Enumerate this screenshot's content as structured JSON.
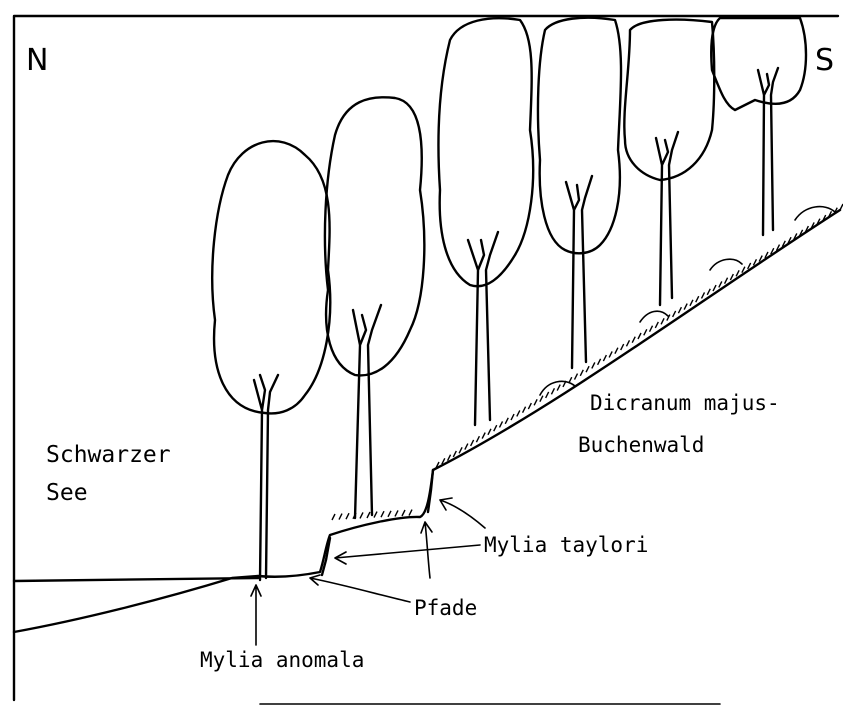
{
  "compass": {
    "north": "N",
    "south": "S"
  },
  "labels": {
    "lake_line1": "Schwarzer",
    "lake_line2": "See",
    "forest_line1": "Dicranum majus-",
    "forest_line2": "Buchenwald",
    "mylia_taylori": "Mylia taylori",
    "pfade": "Pfade",
    "mylia_anomala": "Mylia anomala"
  }
}
